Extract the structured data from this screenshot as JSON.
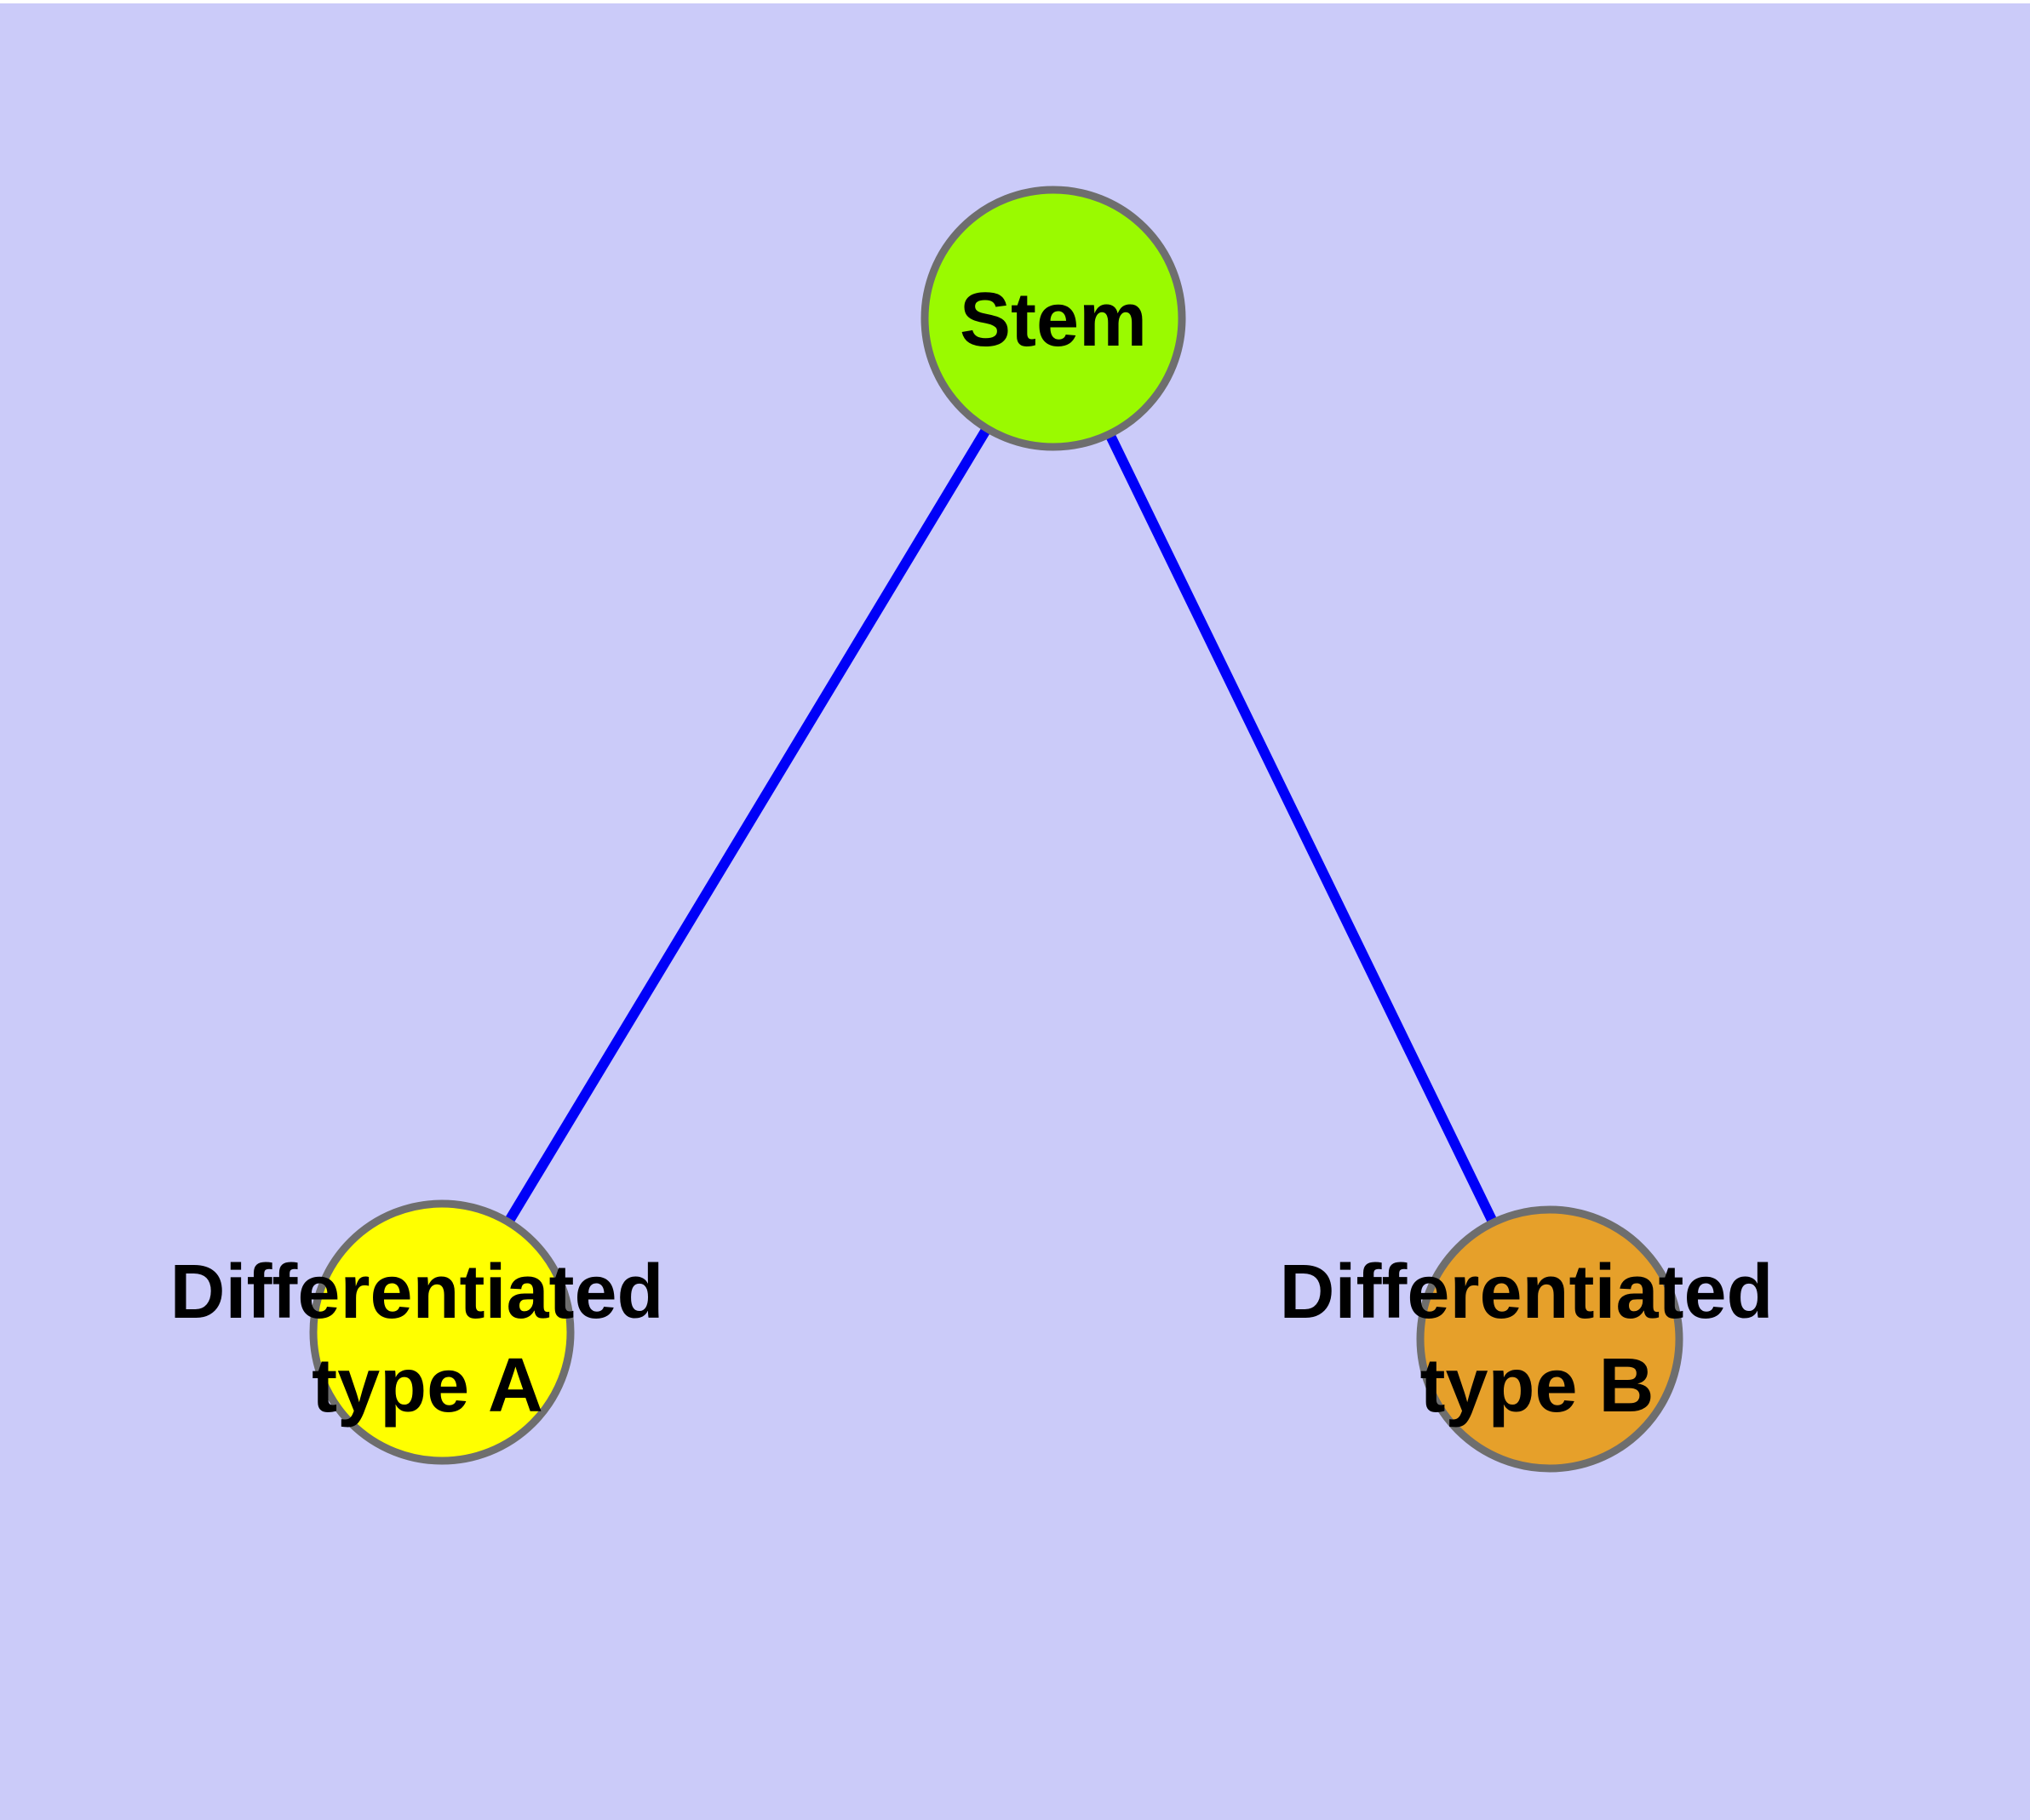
{
  "diagram": {
    "type": "node-link-graph",
    "description_visible_content_only": true
  },
  "colors": {
    "background": "#CBCBF9",
    "top_strip": "#FFFFFF",
    "edge": "#0000F8",
    "node_border": "#6E6E6E",
    "label_text": "#000000"
  },
  "nodes": [
    {
      "id": "stem",
      "fill": "#9AFA00",
      "lines": [
        "Stem"
      ]
    },
    {
      "id": "differentiated-type-a",
      "fill": "#FFFF00",
      "lines": [
        "Differentiated",
        "type A"
      ]
    },
    {
      "id": "differentiated-type-b",
      "fill": "#E6A02A",
      "lines": [
        "Differentiated",
        "type B"
      ]
    }
  ],
  "edges": [
    {
      "from": "stem",
      "to": "differentiated-type-a"
    },
    {
      "from": "stem",
      "to": "differentiated-type-b"
    }
  ]
}
